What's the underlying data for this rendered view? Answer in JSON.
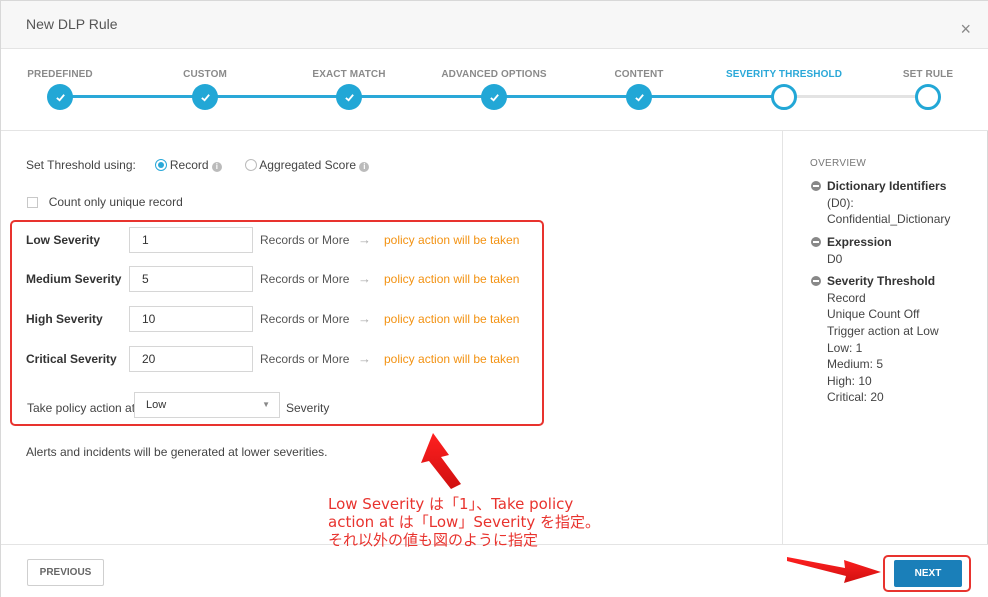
{
  "dialog": {
    "title": "New DLP Rule",
    "close_symbol": "×"
  },
  "stepper": {
    "steps": [
      {
        "label": "PREDEFINED",
        "state": "done"
      },
      {
        "label": "CUSTOM",
        "state": "done"
      },
      {
        "label": "EXACT MATCH",
        "state": "done"
      },
      {
        "label": "ADVANCED OPTIONS",
        "state": "done"
      },
      {
        "label": "CONTENT",
        "state": "done"
      },
      {
        "label": "SEVERITY THRESHOLD",
        "state": "current"
      },
      {
        "label": "SET RULE",
        "state": "todo"
      }
    ],
    "accent_color": "#22a7d6"
  },
  "threshold": {
    "label": "Set Threshold using:",
    "options": [
      {
        "label": "Record",
        "selected": true
      },
      {
        "label": "Aggregated Score",
        "selected": false
      }
    ],
    "unique_checkbox_label": "Count only unique record",
    "unique_checked": false
  },
  "severities": [
    {
      "label": "Low Severity",
      "value": "1",
      "unit": "Records or More",
      "arrow": "→",
      "action": "policy action will be taken"
    },
    {
      "label": "Medium Severity",
      "value": "5",
      "unit": "Records or More",
      "arrow": "→",
      "action": "policy action will be taken"
    },
    {
      "label": "High Severity",
      "value": "10",
      "unit": "Records or More",
      "arrow": "→",
      "action": "policy action will be taken"
    },
    {
      "label": "Critical Severity",
      "value": "20",
      "unit": "Records or More",
      "arrow": "→",
      "action": "policy action will be taken"
    }
  ],
  "take_action": {
    "label": "Take policy action at",
    "selected": "Low",
    "suffix": "Severity"
  },
  "note": "Alerts and incidents will be generated at lower severities.",
  "overview": {
    "title": "OVERVIEW",
    "sections": [
      {
        "heading": "Dictionary Identifiers",
        "lines": [
          "(D0):",
          "Confidential_Dictionary"
        ]
      },
      {
        "heading": "Expression",
        "lines": [
          "D0"
        ]
      },
      {
        "heading": "Severity Threshold",
        "lines": [
          "Record",
          "Unique Count Off",
          "Trigger action at Low",
          "Low: 1",
          "Medium: 5",
          "High: 10",
          "Critical: 20"
        ]
      }
    ]
  },
  "footer": {
    "previous_label": "PREVIOUS",
    "next_label": "NEXT"
  },
  "annotation": {
    "lines": [
      "Low Severity は「1」、Take policy",
      "action at は「Low」Severity を指定。",
      "それ以外の値も図のように指定"
    ],
    "color": "#e8332e"
  }
}
